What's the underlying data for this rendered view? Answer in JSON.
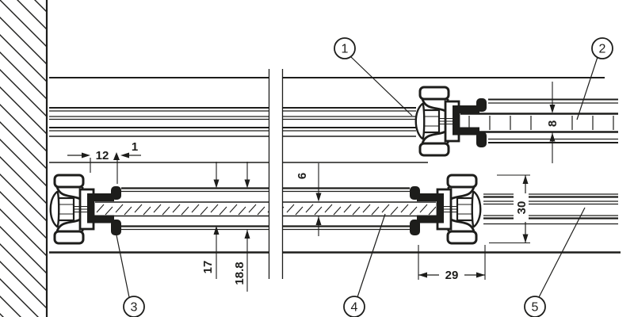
{
  "meta": {
    "background_color": "#ffffff",
    "line_color": "#1d1d1b"
  },
  "dimensions": {
    "glass_inset": "12",
    "edge_gap": "1",
    "top_panel_thickness": "8",
    "glass_thickness": "6",
    "depth_a": "17",
    "depth_b": "18.8",
    "clamp_width": "29",
    "clamp_height": "30"
  },
  "callouts": {
    "item1": "1",
    "item2": "2",
    "item3": "3",
    "item4": "4",
    "item5": "5"
  }
}
